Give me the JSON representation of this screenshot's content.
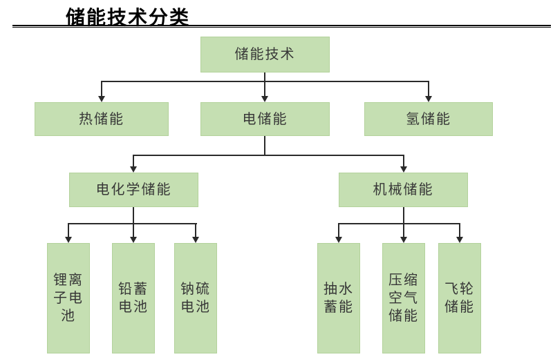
{
  "page_title": "储能技术分类",
  "nodes": {
    "root": "储能技术",
    "thermal": "热储能",
    "electrical": "电储能",
    "hydrogen": "氢储能",
    "electrochemical": "电化学储能",
    "mechanical": "机械储能",
    "li_ion": "锂离\n子电\n池",
    "lead_acid": "铅蓄\n电池",
    "sodium_sulfur": "钠硫\n电池",
    "pumped_hydro": "抽水\n蓄能",
    "compressed_air": "压缩\n空气\n储能",
    "flywheel": "飞轮\n储能"
  },
  "hierarchy": {
    "储能技术": {
      "热储能": [],
      "电储能": {
        "电化学储能": [
          "锂离子电池",
          "铅蓄电池",
          "钠硫电池"
        ],
        "机械储能": [
          "抽水蓄能",
          "压缩空气储能",
          "飞轮储能"
        ]
      },
      "氢储能": []
    }
  },
  "colors": {
    "node_fill": "#c5dfb2",
    "node_border": "#b3d29b",
    "connector": "#2a2a2a",
    "node_text": "#373737",
    "title_text": "#000000"
  }
}
